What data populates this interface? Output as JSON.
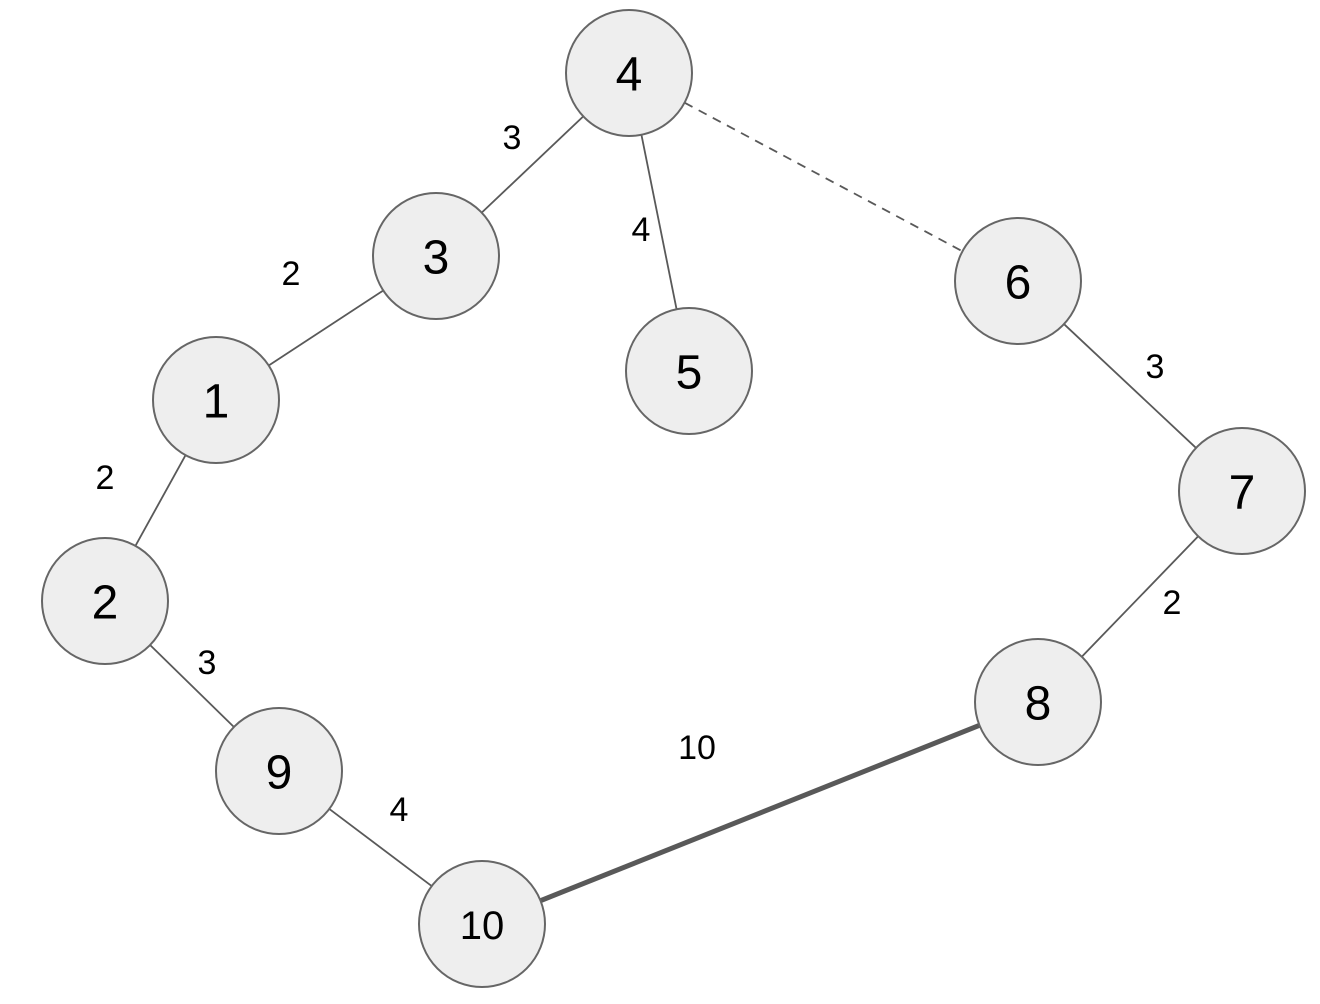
{
  "diagram": {
    "type": "weighted-graph",
    "colors": {
      "node_fill": "#eeeeee",
      "node_stroke": "#666666",
      "edge": "#595959",
      "text": "#000000"
    },
    "nodes": [
      {
        "id": "1",
        "label": "1"
      },
      {
        "id": "2",
        "label": "2"
      },
      {
        "id": "3",
        "label": "3"
      },
      {
        "id": "4",
        "label": "4"
      },
      {
        "id": "5",
        "label": "5"
      },
      {
        "id": "6",
        "label": "6"
      },
      {
        "id": "7",
        "label": "7"
      },
      {
        "id": "8",
        "label": "8"
      },
      {
        "id": "9",
        "label": "9"
      },
      {
        "id": "10",
        "label": "10"
      }
    ],
    "edges": [
      {
        "from": "4",
        "to": "3",
        "weight": "3",
        "style": "solid"
      },
      {
        "from": "4",
        "to": "5",
        "weight": "4",
        "style": "solid"
      },
      {
        "from": "4",
        "to": "6",
        "weight": "",
        "style": "dashed"
      },
      {
        "from": "3",
        "to": "1",
        "weight": "2",
        "style": "solid"
      },
      {
        "from": "1",
        "to": "2",
        "weight": "2",
        "style": "solid"
      },
      {
        "from": "2",
        "to": "9",
        "weight": "3",
        "style": "solid"
      },
      {
        "from": "9",
        "to": "10",
        "weight": "4",
        "style": "solid"
      },
      {
        "from": "10",
        "to": "8",
        "weight": "10",
        "style": "thick"
      },
      {
        "from": "8",
        "to": "7",
        "weight": "2",
        "style": "solid"
      },
      {
        "from": "6",
        "to": "7",
        "weight": "3",
        "style": "solid"
      }
    ]
  }
}
